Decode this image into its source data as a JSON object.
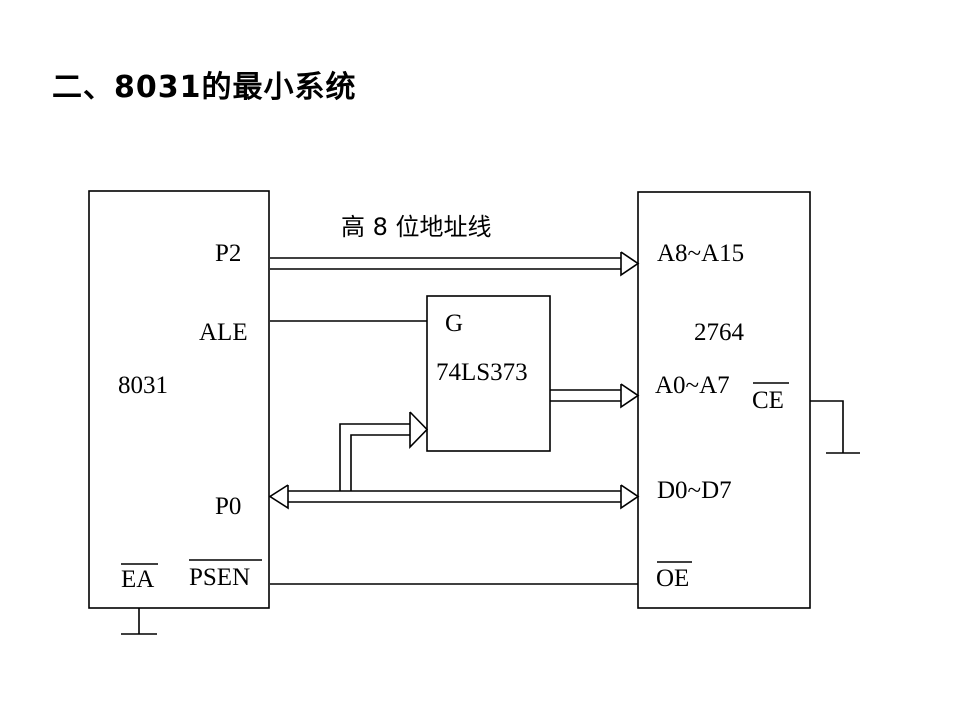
{
  "title": "二、8031的最小系统",
  "diagram": {
    "cpu": {
      "name": "8031",
      "pins": {
        "p2": "P2",
        "ale": "ALE",
        "p0": "P0",
        "ea": "EA",
        "psen": "PSEN"
      }
    },
    "latch": {
      "name": "74LS373",
      "gate_pin": "G"
    },
    "eprom": {
      "name": "2764",
      "pins": {
        "high_addr": "A8~A15",
        "low_addr": "A0~A7",
        "ce": "CE",
        "data": "D0~D7",
        "oe": "OE"
      }
    },
    "bus_label": "高 8 位地址线"
  }
}
